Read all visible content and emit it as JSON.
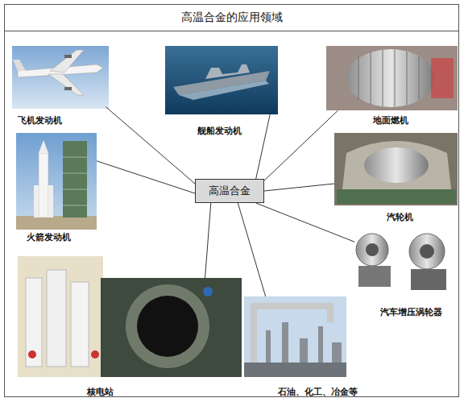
{
  "diagram": {
    "title": "高温合金的应用领域",
    "nodes": [
      {
        "text": [
          "飞机发动机"
        ]
      },
      {
        "text": [
          "舰船发动机"
        ]
      },
      {
        "text": [
          "地面燃机"
        ]
      },
      {
        "text": [
          "火箭发动机"
        ]
      },
      {
        "text": [
          "高温合金"
        ]
      },
      {
        "text": [
          "汽轮机"
        ]
      },
      {
        "text": [
          "汽车增压涡轮器"
        ]
      },
      {
        "text": [
          "核电站"
        ]
      },
      {
        "text": [
          "石油、化工、冶金等"
        ]
      }
    ],
    "edges": [
      {
        "from": 4,
        "to": 0,
        "arrow": "none"
      },
      {
        "from": 4,
        "to": 1,
        "arrow": "none"
      },
      {
        "from": 4,
        "to": 2,
        "arrow": "none"
      },
      {
        "from": 4,
        "to": 3,
        "arrow": "none"
      },
      {
        "from": 4,
        "to": 5,
        "arrow": "none"
      },
      {
        "from": 4,
        "to": 6,
        "arrow": "none"
      },
      {
        "from": 4,
        "to": 7,
        "arrow": "none"
      },
      {
        "from": 4,
        "to": 8,
        "arrow": "none"
      }
    ]
  }
}
